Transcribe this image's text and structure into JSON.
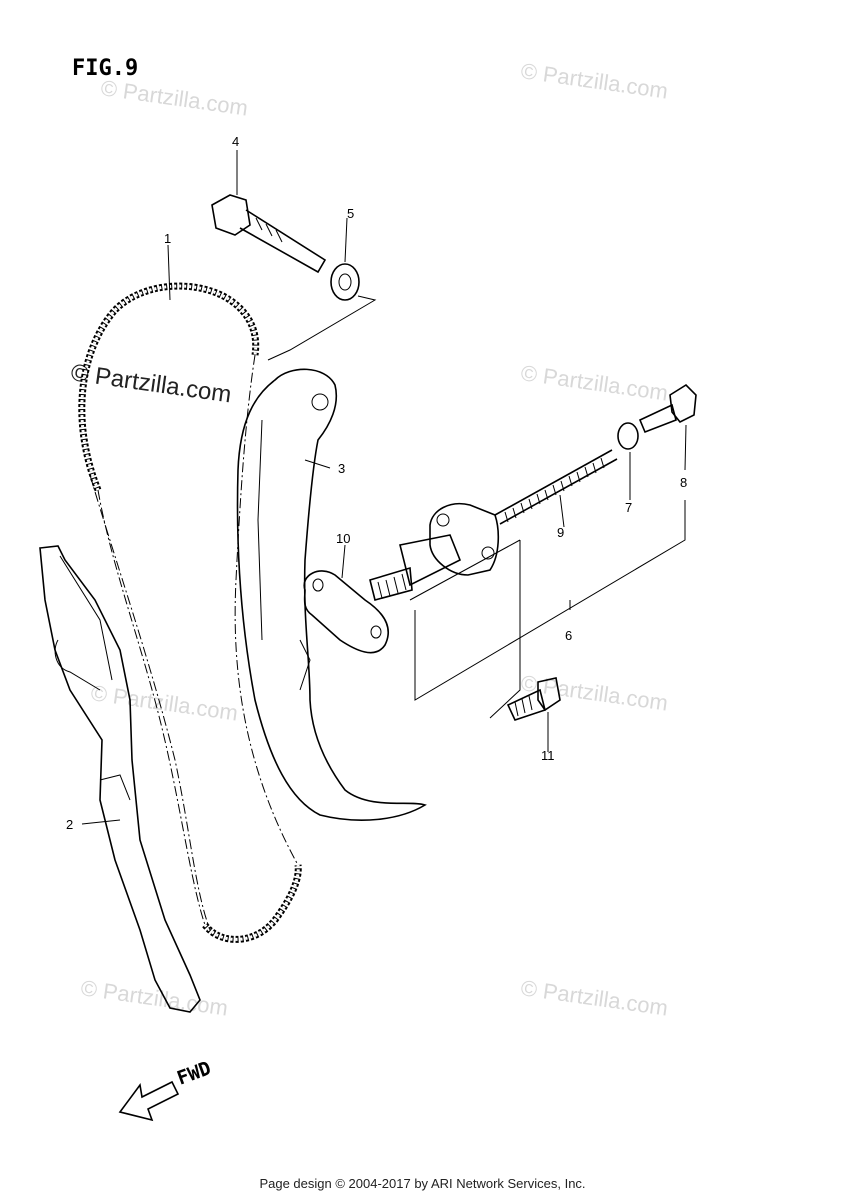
{
  "figure": {
    "title": "FIG.9",
    "direction_label": "FWD",
    "direction_arrow_icon": "left-down-arrow-icon"
  },
  "callouts": [
    {
      "id": "1",
      "label": "1"
    },
    {
      "id": "2",
      "label": "2"
    },
    {
      "id": "3",
      "label": "3"
    },
    {
      "id": "4",
      "label": "4"
    },
    {
      "id": "5",
      "label": "5"
    },
    {
      "id": "6",
      "label": "6"
    },
    {
      "id": "7",
      "label": "7"
    },
    {
      "id": "8",
      "label": "8"
    },
    {
      "id": "9",
      "label": "9"
    },
    {
      "id": "10",
      "label": "10"
    },
    {
      "id": "11",
      "label": "11"
    }
  ],
  "watermarks": {
    "text": "© Partzilla.com"
  },
  "footer": {
    "text": "Page design © 2004-2017 by ARI Network Services, Inc."
  }
}
